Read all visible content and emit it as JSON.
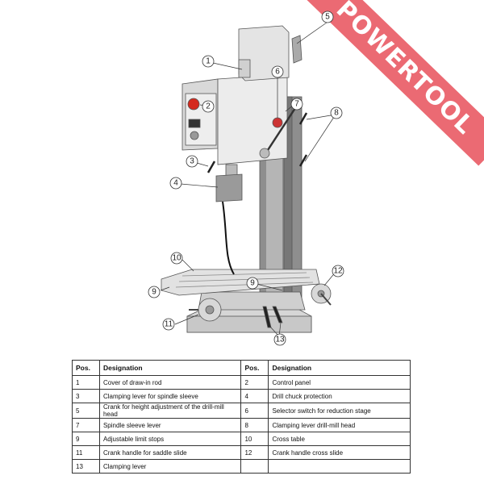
{
  "callouts": [
    "1",
    "2",
    "3",
    "4",
    "5",
    "6",
    "7",
    "8",
    "9",
    "10",
    "11",
    "12",
    "13"
  ],
  "watermark": "POWERTOOL",
  "table": {
    "headers": [
      "Pos.",
      "Designation",
      "Pos.",
      "Designation"
    ],
    "rows": [
      [
        "1",
        "Cover of draw-in rod",
        "2",
        "Control panel"
      ],
      [
        "3",
        "Clamping lever for spindle sleeve",
        "4",
        "Drill chuck protection"
      ],
      [
        "5",
        "Crank for height adjustment of the drill-mill head",
        "6",
        "Selector switch for reduction stage"
      ],
      [
        "7",
        "Spindle sleeve lever",
        "8",
        "Clamping lever drill-mill head"
      ],
      [
        "9",
        "Adjustable limit stops",
        "10",
        "Cross table"
      ],
      [
        "11",
        "Crank handle for saddle slide",
        "12",
        "Crank handle cross slide"
      ],
      [
        "13",
        "Clamping lever",
        "",
        ""
      ]
    ]
  },
  "colors": {
    "machine_light": "#e6e6e6",
    "machine_mid": "#cfcfcf",
    "machine_dark": "#9a9a9a",
    "column": "#8a8a8a",
    "stop_button": "#d42a1e",
    "watermark": "#e8505a"
  }
}
